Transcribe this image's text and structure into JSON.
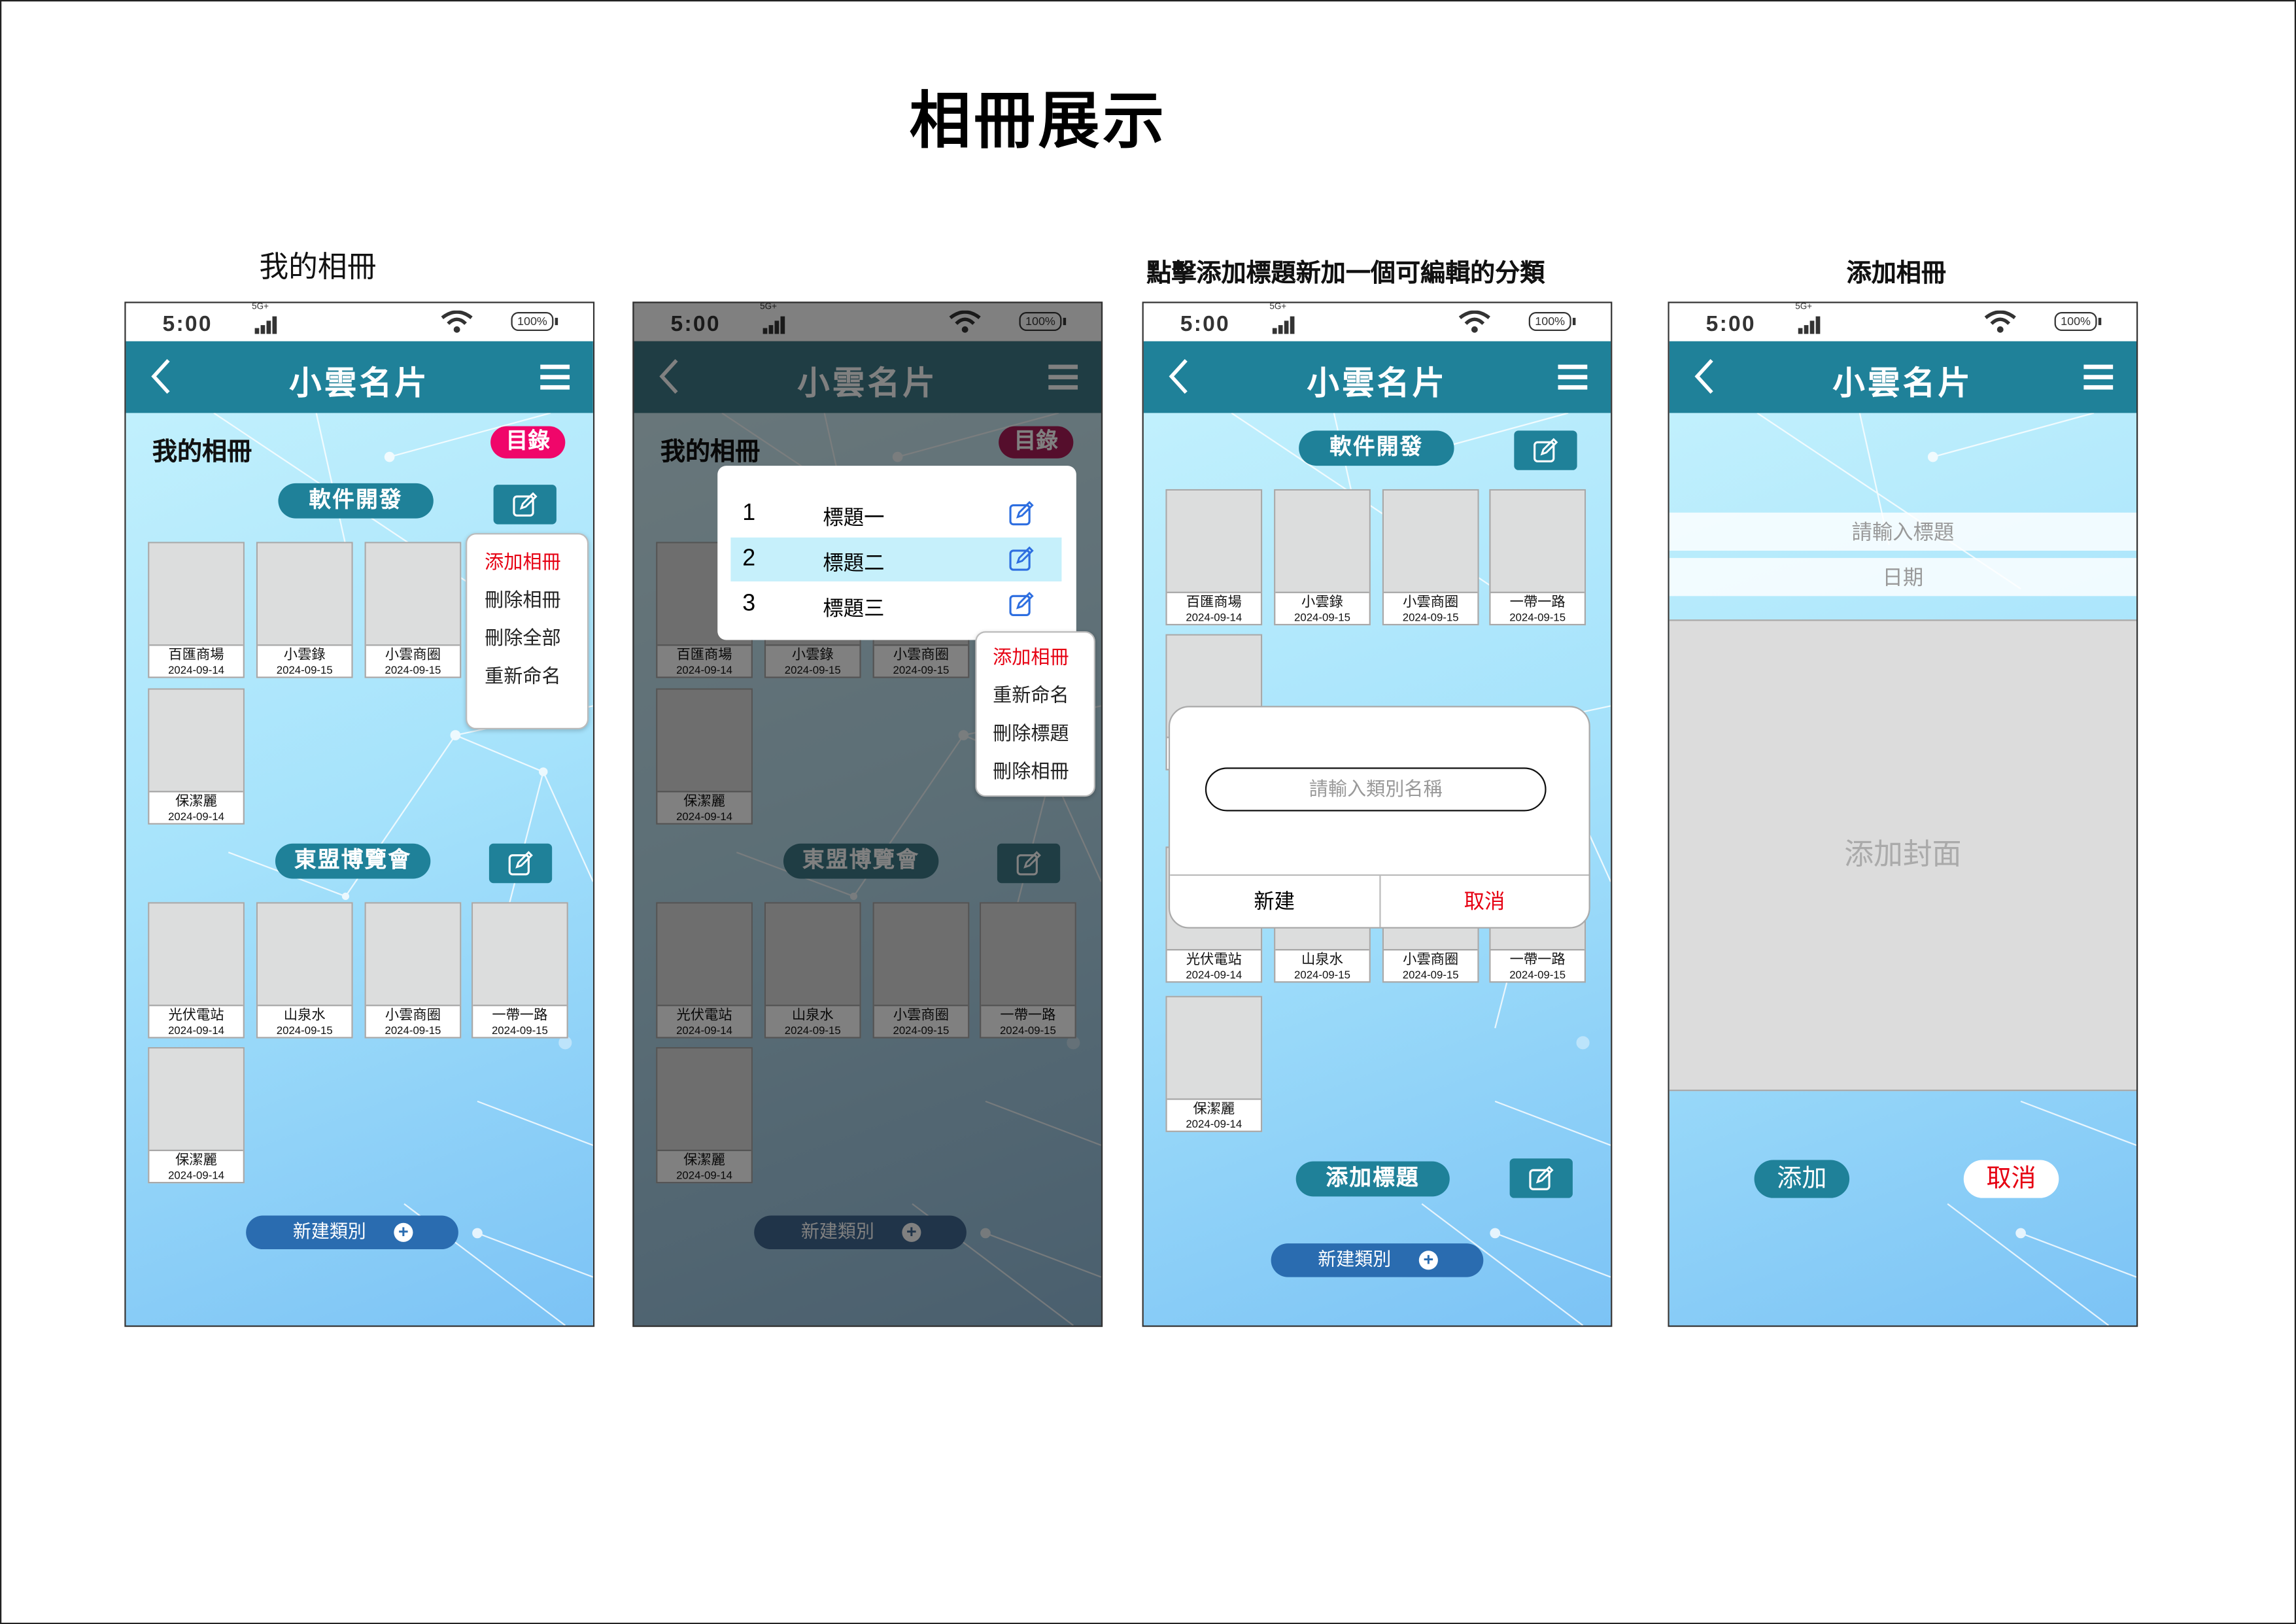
{
  "page_title": "相冊展示",
  "section_labels": [
    "我的相冊",
    "點擊添加標題新加一個可編輯的分類",
    "添加相冊"
  ],
  "status": {
    "time": "5:00",
    "network": "5G+",
    "battery": "100%"
  },
  "app_title": "小雲名片",
  "colors": {
    "header": "#1f8199",
    "catalog": "#f0066a",
    "new_category": "#2a6cb0",
    "danger": "#e60012"
  },
  "phone1": {
    "heading": "我的相冊",
    "catalog": "目錄",
    "categories": [
      {
        "name": "軟件開發",
        "albums": [
          {
            "name": "百匯商場",
            "date": "2024-09-14"
          },
          {
            "name": "小雲錄",
            "date": "2024-09-15"
          },
          {
            "name": "小雲商圈",
            "date": "2024-09-15"
          },
          {
            "name": "保潔麗",
            "date": "2024-09-14"
          }
        ]
      },
      {
        "name": "東盟博覽會",
        "albums": [
          {
            "name": "光伏電站",
            "date": "2024-09-14"
          },
          {
            "name": "山泉水",
            "date": "2024-09-15"
          },
          {
            "name": "小雲商圈",
            "date": "2024-09-15"
          },
          {
            "name": "一帶一路",
            "date": "2024-09-15"
          },
          {
            "name": "保潔麗",
            "date": "2024-09-14"
          }
        ]
      }
    ],
    "menu": [
      "添加相冊",
      "刪除相冊",
      "刪除全部",
      "重新命名"
    ],
    "new_category": "新建類別"
  },
  "phone2": {
    "heading": "我的相冊",
    "catalog": "目錄",
    "titles": [
      {
        "num": "1",
        "label": "標題一"
      },
      {
        "num": "2",
        "label": "標題二",
        "selected": true
      },
      {
        "num": "3",
        "label": "標題三"
      }
    ],
    "menu": [
      "添加相冊",
      "重新命名",
      "刪除標題",
      "刪除相冊"
    ],
    "new_category": "新建類別"
  },
  "phone3": {
    "category": "軟件開發",
    "albums_top": [
      {
        "name": "百匯商場",
        "date": "2024-09-14"
      },
      {
        "name": "小雲錄",
        "date": "2024-09-15"
      },
      {
        "name": "小雲商圈",
        "date": "2024-09-15"
      },
      {
        "name": "一帶一路",
        "date": "2024-09-15"
      }
    ],
    "albums_bottom": [
      {
        "name": "光伏電站",
        "date": "2024-09-14"
      },
      {
        "name": "山泉水",
        "date": "2024-09-15"
      },
      {
        "name": "小雲商圈",
        "date": "2024-09-15"
      },
      {
        "name": "一帶一路",
        "date": "2024-09-15"
      },
      {
        "name": "保潔麗",
        "date": "2024-09-14"
      }
    ],
    "modal": {
      "placeholder": "請輸入類別名稱",
      "confirm": "新建",
      "cancel": "取消"
    },
    "add_title": "添加標題",
    "new_category": "新建類別"
  },
  "phone4": {
    "title_placeholder": "請輸入標題",
    "date_placeholder": "日期",
    "cover": "添加封面",
    "add": "添加",
    "cancel": "取消"
  }
}
